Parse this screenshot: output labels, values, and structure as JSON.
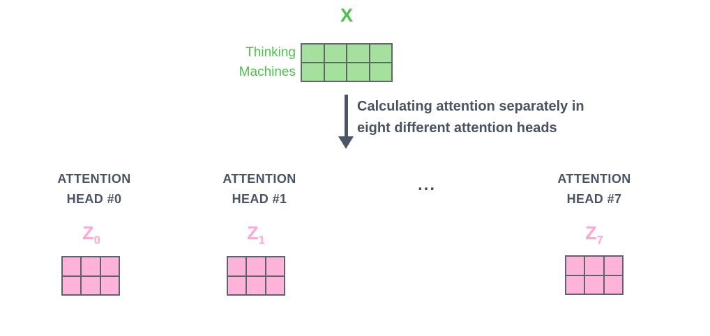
{
  "colors": {
    "green_text": "#4cc24c",
    "green_fill": "#a5e09e",
    "green_line": "#5a6a5e",
    "pink_fill": "#ffb3d9",
    "pink_line": "#5b6370",
    "pink_text": "#ffa6d4",
    "slate_text": "#4a5361",
    "arrow": "#4b5563"
  },
  "input": {
    "matrix_label": "X",
    "row_labels": [
      "Thinking",
      "Machines"
    ],
    "matrix": {
      "rows": 2,
      "cols": 4
    }
  },
  "arrow": {
    "caption": [
      "Calculating attention separately in",
      "eight different attention heads"
    ]
  },
  "ellipsis": "...",
  "heads": [
    {
      "title_line1": "ATTENTION",
      "title_line2": "HEAD #0",
      "z_base": "Z",
      "z_sub": "0",
      "matrix": {
        "rows": 2,
        "cols": 3
      }
    },
    {
      "title_line1": "ATTENTION",
      "title_line2": "HEAD #1",
      "z_base": "Z",
      "z_sub": "1",
      "matrix": {
        "rows": 2,
        "cols": 3
      }
    },
    {
      "title_line1": "ATTENTION",
      "title_line2": "HEAD #7",
      "z_base": "Z",
      "z_sub": "7",
      "matrix": {
        "rows": 2,
        "cols": 3
      }
    }
  ]
}
